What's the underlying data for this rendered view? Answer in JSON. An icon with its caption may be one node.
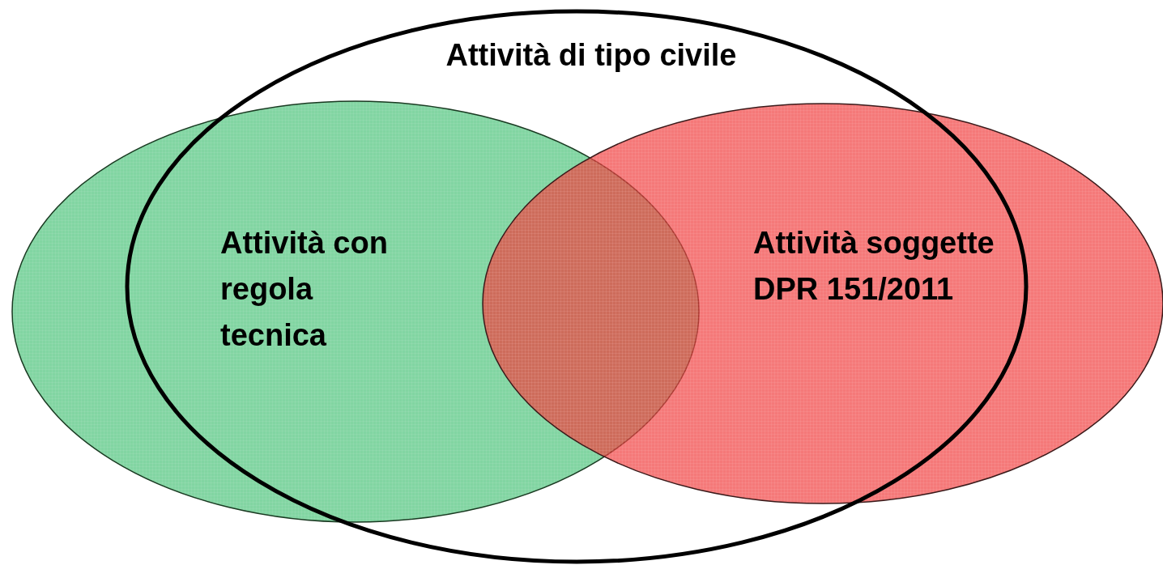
{
  "diagram": {
    "nodes": [
      {
        "text": [
          "Attività di tipo civile"
        ]
      },
      {
        "text": [
          "Attività con regola tecnica"
        ]
      },
      {
        "text": [
          "Attività soggette DPR 151/2011"
        ]
      }
    ]
  }
}
